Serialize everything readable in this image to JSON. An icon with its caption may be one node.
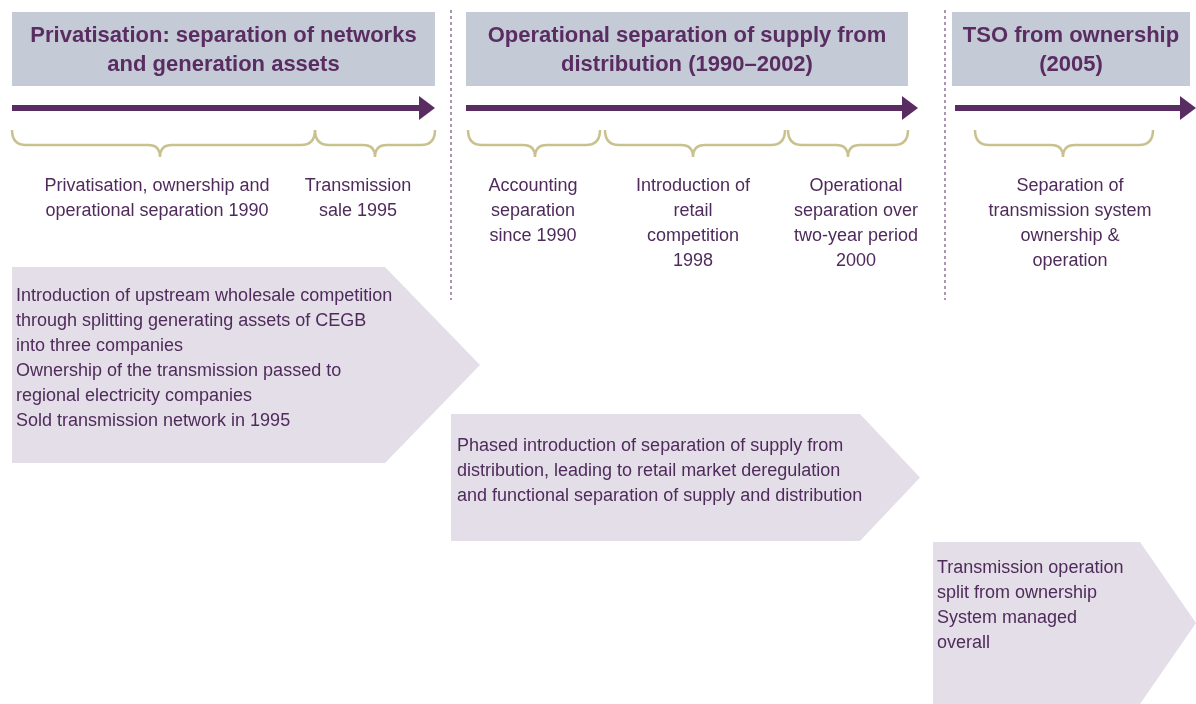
{
  "diagram": {
    "nodes": [
      {
        "text": [
          "Privatisation: separation of networks and generation assets"
        ]
      },
      {
        "text": [
          "Operational separation of supply from distribution (1990–2002)"
        ]
      },
      {
        "text": [
          "TSO from ownership (2005)"
        ]
      },
      {
        "text": [
          "Introduction of upstream wholesale competition through splitting generating assets of CEGB into three companies",
          "Ownership of the transmission passed to regional electricity companies",
          "Sold transmission network in 1995"
        ]
      },
      {
        "text": [
          "Phased introduction of separation of supply from distribution, leading to retail market deregulation and functional separation of supply and distribution"
        ]
      },
      {
        "text": [
          "Transmission operation split from ownership",
          "System managed overall"
        ]
      }
    ],
    "labels": [
      "Privatisation, ownership and operational separation 1990",
      "Transmission sale 1995",
      "Accounting separation since 1990",
      "Introduction of retail competition 1998",
      "Operational separation over two-year period 2000",
      "Separation of transmission system ownership & operation"
    ]
  }
}
